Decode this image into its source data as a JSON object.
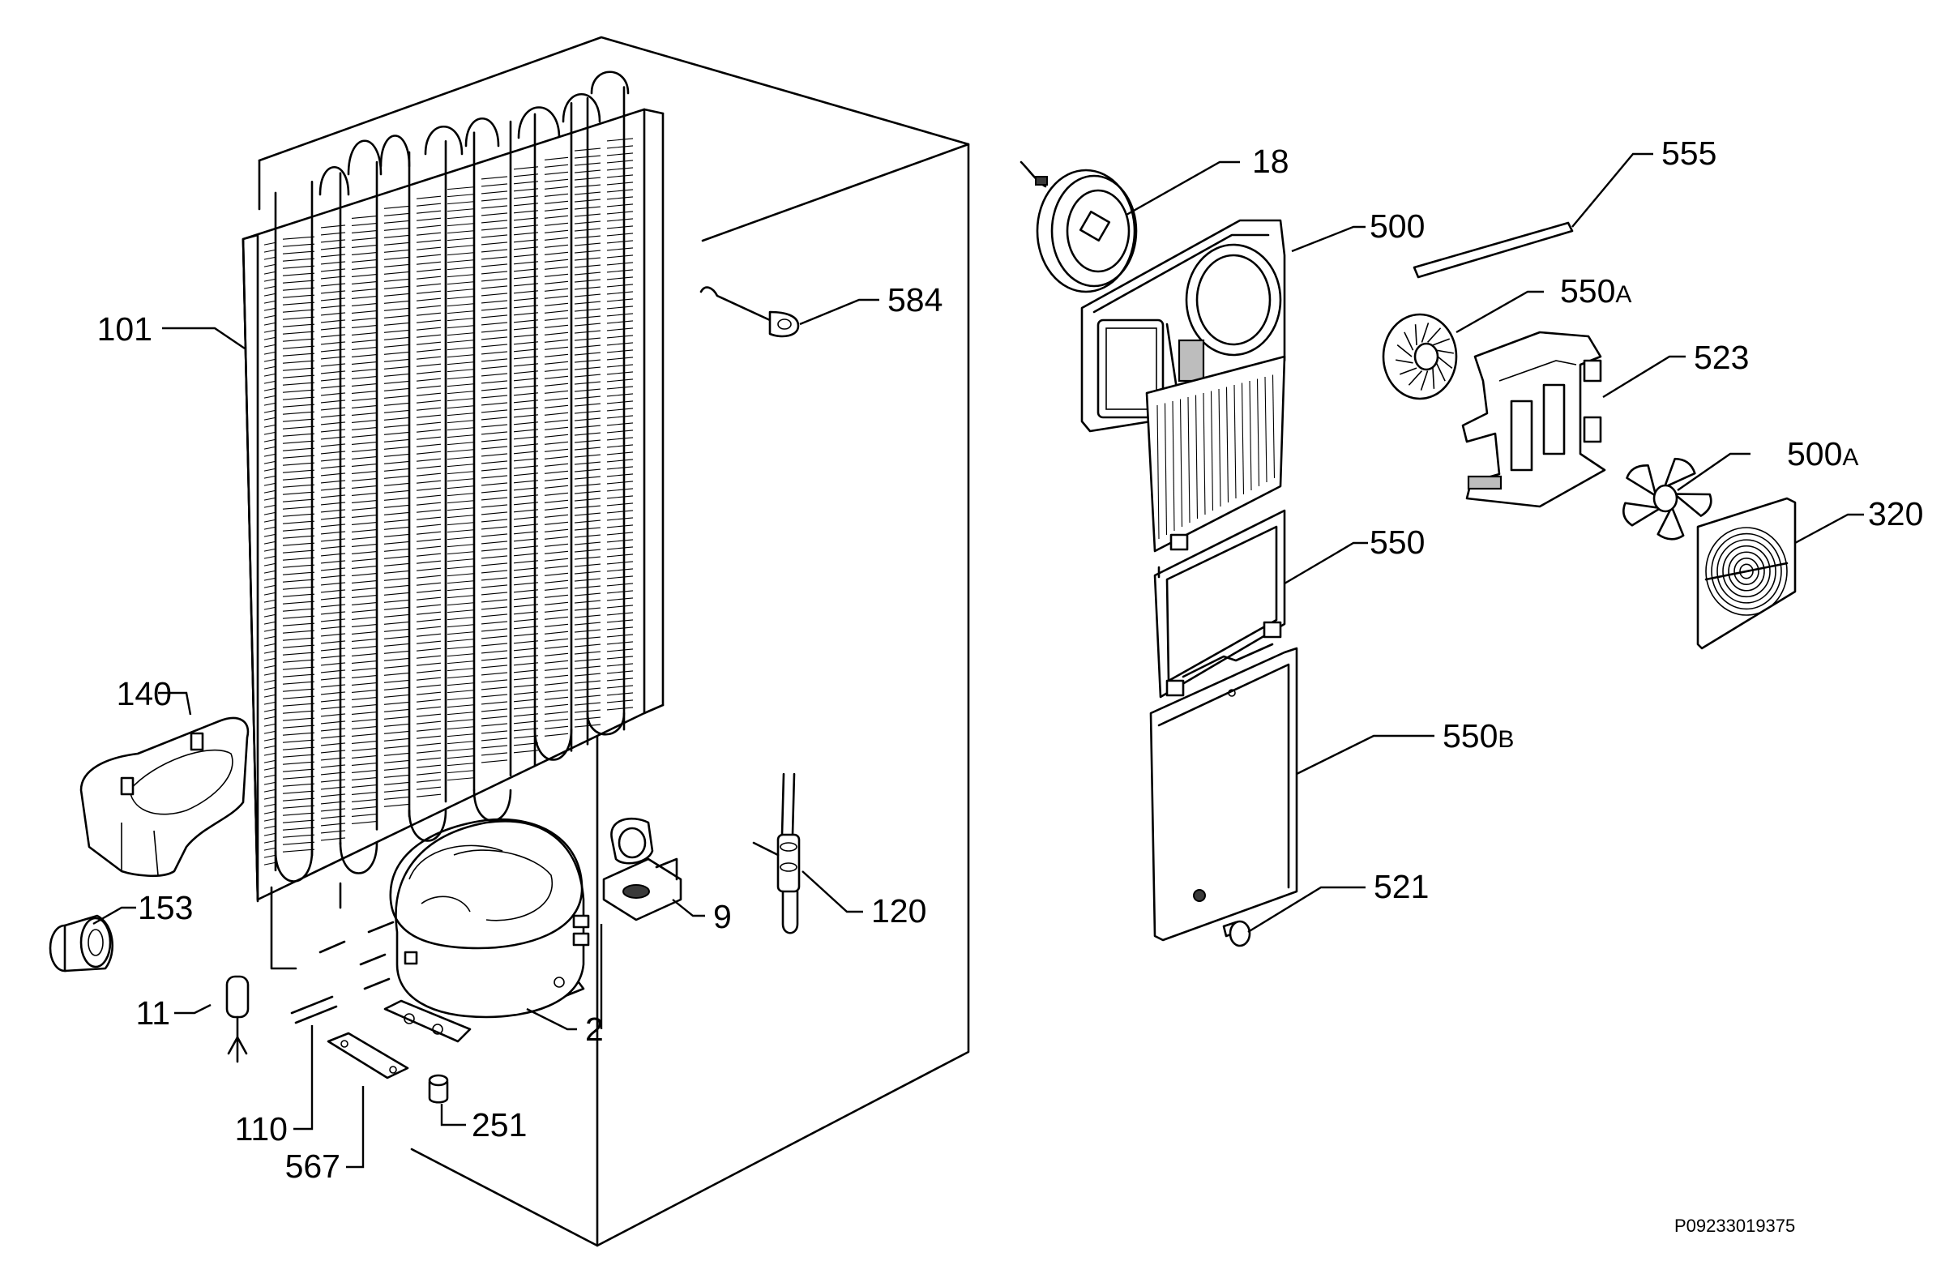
{
  "diagram": {
    "labels": {
      "p18": "18",
      "p555": "555",
      "p500": "500",
      "p584": "584",
      "p101": "101",
      "p550a_num": "550",
      "p550a_suffix": "A",
      "p523": "523",
      "p500a_num": "500",
      "p500a_suffix": "A",
      "p320": "320",
      "p550": "550",
      "p140": "140",
      "p550b_num": "550",
      "p550b_suffix": "B",
      "p521": "521",
      "p153": "153",
      "p9": "9",
      "p120": "120",
      "p11": "11",
      "p2": "2",
      "p110": "110",
      "p251": "251",
      "p567": "567"
    },
    "drawing_code": "P09233019375"
  }
}
